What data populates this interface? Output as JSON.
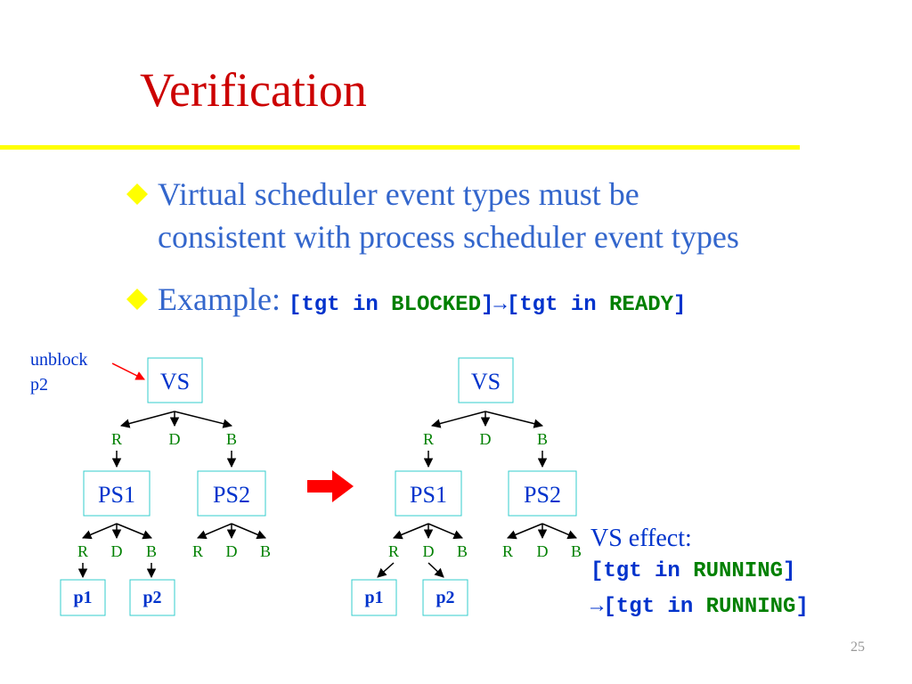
{
  "slide": {
    "title": "Verification",
    "bullets": [
      {
        "line1": "Virtual scheduler event types must be",
        "line2": "consistent with process scheduler event types"
      },
      {
        "label": "Example: "
      }
    ],
    "example_code": {
      "open1": "[tgt in ",
      "state1": "BLOCKED",
      "close1": "]",
      "arrow": "→",
      "open2": "[tgt in ",
      "state2": "READY",
      "close2": "]"
    },
    "annotation": {
      "line1": "unblock",
      "line2": "p2"
    },
    "diagram": {
      "vs": "VS",
      "ps1": "PS1",
      "ps2": "PS2",
      "edges": [
        "R",
        "D",
        "B"
      ],
      "p1": "p1",
      "p2": "p2"
    },
    "vs_effect": {
      "label": "VS effect:",
      "l1_open": "[tgt in ",
      "l1_state": "RUNNING",
      "l1_close": "]",
      "arrow": "→",
      "l2_open": "[tgt in ",
      "l2_state": "RUNNING",
      "l2_close": "]"
    },
    "page_number": "25",
    "colors": {
      "title": "#cc0000",
      "rule": "#ffff00",
      "bullet_text": "#3366cc",
      "box_border": "#33cccc",
      "edge_label": "#008000",
      "big_arrow": "#ff0000"
    }
  }
}
